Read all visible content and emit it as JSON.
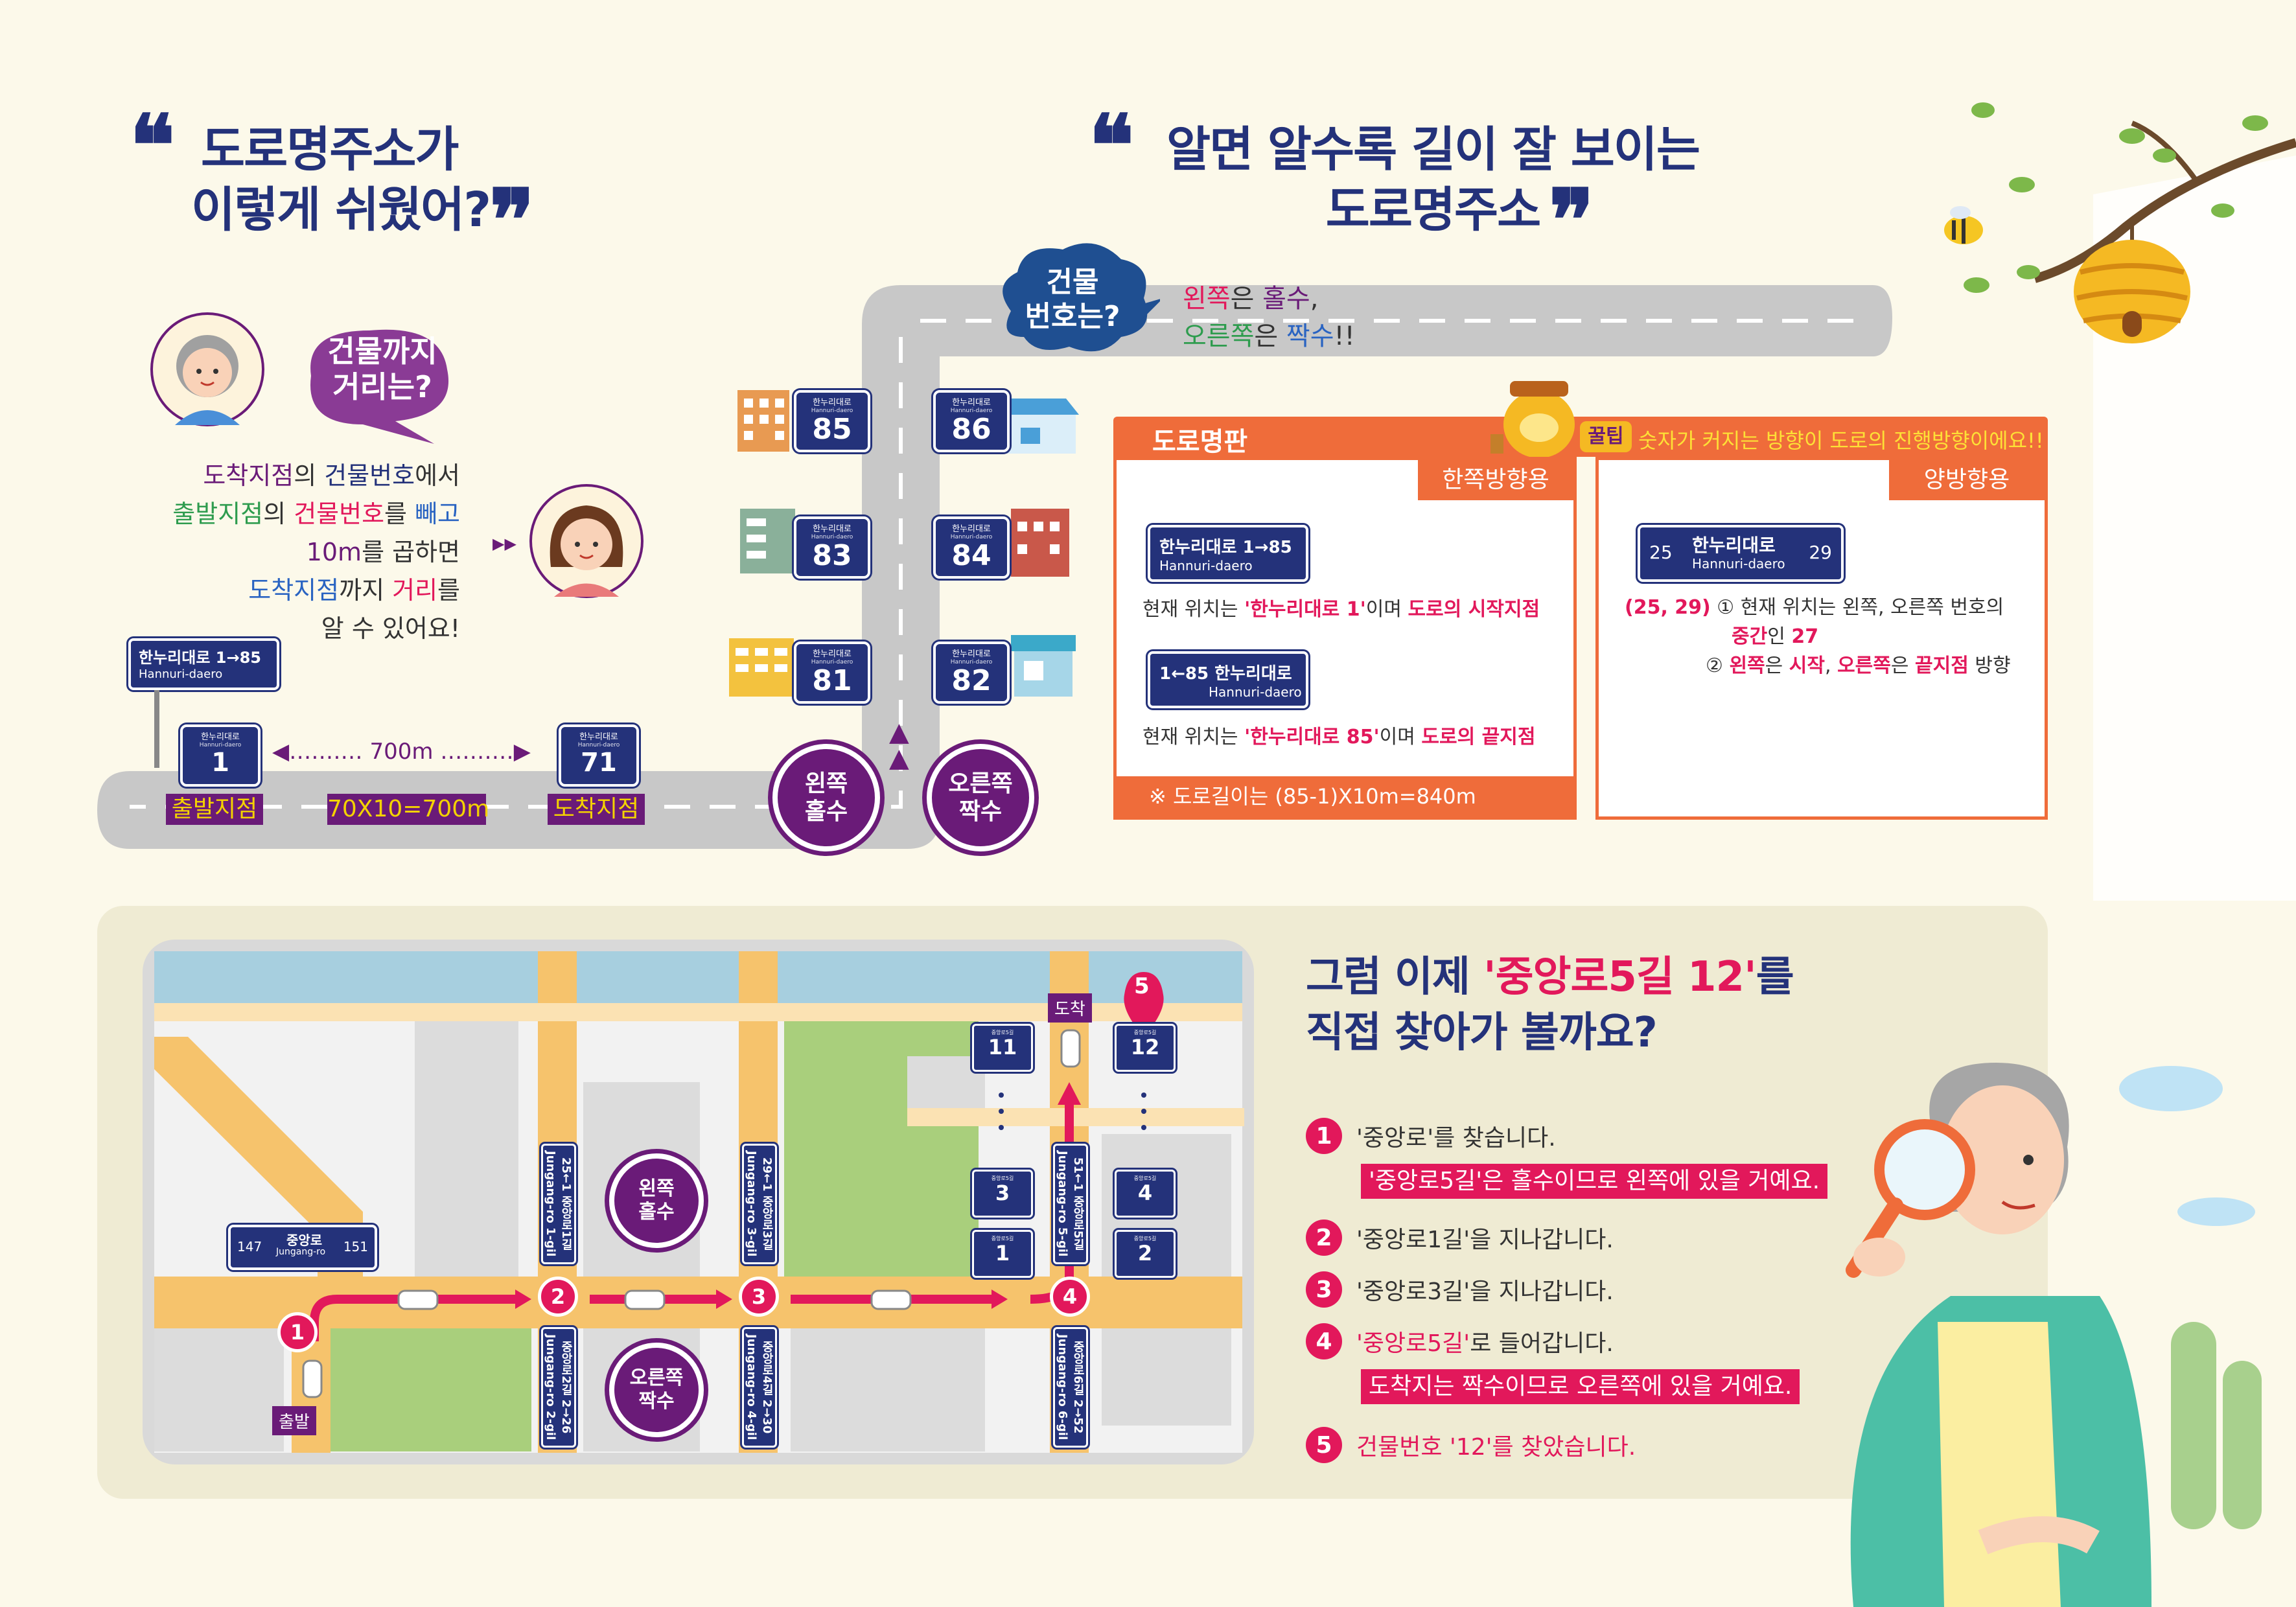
{
  "left_title": {
    "line1": "도로명주소가",
    "line2": "이렇게 쉬웠어?"
  },
  "right_title": {
    "line1": "알면 알수록 길이 잘 보이는",
    "line2": "도로명주소"
  },
  "bubble_distance": {
    "line1": "건물까지",
    "line2": "거리는?"
  },
  "distance_explain": {
    "l1a": "도착지점",
    "l1b": "의 ",
    "l1c": "건물번호",
    "l1d": "에서",
    "l2a": "출발지점",
    "l2b": "의 ",
    "l2c": "건물번호",
    "l2d": "를 ",
    "l2e": "빼고",
    "l3a": "10m",
    "l3b": "를 곱하면",
    "l4a": "도착지점",
    "l4b": "까지 ",
    "l4c": "거리",
    "l4d": "를",
    "l5": "알 수 있어요!"
  },
  "road_demo": {
    "top_sign": {
      "text": "한누리대로 1→85",
      "roman": "Hannuri-daero"
    },
    "start_sign": {
      "small": "한누리대로",
      "roman": "Hannuri-daero",
      "num": "1"
    },
    "end_sign": {
      "small": "한누리대로",
      "roman": "Hannuri-daero",
      "num": "71"
    },
    "distance": "700m",
    "label_start": "출발지점",
    "label_calc": "70X10=700m",
    "label_end": "도착지점"
  },
  "bubble_number": {
    "line1": "건물",
    "line2": "번호는?"
  },
  "number_rule": {
    "l1a": "왼쪽",
    "l1b": "은 ",
    "l1c": "홀수",
    "l1d": ",",
    "l2a": "오른쪽",
    "l2b": "은 ",
    "l2c": "짝수",
    "l2d": "!!"
  },
  "building_signs": [
    {
      "small": "한누리대로",
      "roman": "Hannuri-daero",
      "num": "85"
    },
    {
      "small": "한누리대로",
      "roman": "Hannuri-daero",
      "num": "86"
    },
    {
      "small": "한누리대로",
      "roman": "Hannuri-daero",
      "num": "83"
    },
    {
      "small": "한누리대로",
      "roman": "Hannuri-daero",
      "num": "84"
    },
    {
      "small": "한누리대로",
      "roman": "Hannuri-daero",
      "num": "81"
    },
    {
      "small": "한누리대로",
      "roman": "Hannuri-daero",
      "num": "82"
    }
  ],
  "side_circles": {
    "left_l1": "왼쪽",
    "left_l2": "홀수",
    "right_l1": "오른쪽",
    "right_l2": "짝수"
  },
  "road_sign_panel": {
    "header": "도로명판",
    "tip_label": "꿀팁",
    "tip_text": "숫자가 커지는 방향이 도로의 진행방향이에요!!",
    "one_way": {
      "tab": "한쪽방향용",
      "sign1_text": "한누리대로 1→85",
      "sign1_roman": "Hannuri-daero",
      "desc1a": "현재 위치는 ",
      "desc1b": "'한누리대로 1'",
      "desc1c": "이며 ",
      "desc1d": "도로의 시작지점",
      "sign2_text": "1←85 한누리대로",
      "sign2_roman": "Hannuri-daero",
      "desc2a": "현재 위치는 ",
      "desc2b": "'한누리대로 85'",
      "desc2c": "이며 ",
      "desc2d": "도로의 끝지점",
      "footer": "※ 도로길이는 (85-1)X10m=840m"
    },
    "two_way": {
      "tab": "양방향용",
      "sign_name": "한누리대로",
      "sign_roman": "Hannuri-daero",
      "left_num": "25",
      "right_num": "29",
      "d1a": "(25, 29)",
      "d1b": " ① 현재 위치는  왼쪽, 오른쪽 번호의",
      "d2a": "중간",
      "d2b": "인 ",
      "d2c": "27",
      "d3a": "② ",
      "d3b": "왼쪽",
      "d3c": "은 ",
      "d3d": "시작",
      "d3e": ", ",
      "d3f": "오른쪽",
      "d3g": "은 ",
      "d3h": "끝지점",
      "d3i": " 방향"
    }
  },
  "map": {
    "arrive_label": "도착",
    "start_label": "출발",
    "main_sign": {
      "left": "147",
      "name": "중앙로",
      "roman": "Jungang-ro",
      "right": "151"
    },
    "circle_left": {
      "l1": "왼쪽",
      "l2": "홀수"
    },
    "circle_right": {
      "l1": "오른쪽",
      "l2": "짝수"
    },
    "vsigns": {
      "v1": "25←1 중앙로1길 Jungang-ro 1-gil",
      "v2": "중앙로2길 2→26 Jungang-ro 2-gil",
      "v3": "29←1 중앙로3길 Jungang-ro 3-gil",
      "v4": "중앙로4길 2→30 Jungang-ro 4-gil",
      "v5": "51←1 중앙로5길 Jungang-ro 5-gil",
      "v6": "중앙로6길 2→52 Jungang-ro 6-gil"
    },
    "house_signs": [
      {
        "small": "중앙로5길",
        "num": "11"
      },
      {
        "small": "중앙로5길",
        "num": "12"
      },
      {
        "small": "중앙로5길",
        "num": "3"
      },
      {
        "small": "중앙로5길",
        "num": "4"
      },
      {
        "small": "중앙로5길",
        "num": "1"
      },
      {
        "small": "중앙로5길",
        "num": "2"
      }
    ],
    "nums": [
      "1",
      "2",
      "3",
      "4",
      "5"
    ]
  },
  "guide": {
    "title_l1a": "그럼 이제 ",
    "title_l1b": "'중앙로5길 12'",
    "title_l1c": "를",
    "title_l2": "직접 찾아가 볼까요?",
    "steps": [
      {
        "num": "1",
        "text": "'중앙로'를 찾습니다.",
        "note": "'중앙로5길'은 홀수이므로 왼쪽에 있을 거예요."
      },
      {
        "num": "2",
        "text": "'중앙로1길'을 지나갑니다."
      },
      {
        "num": "3",
        "text": "'중앙로3길'을 지나갑니다."
      },
      {
        "num": "4",
        "text_a": "'중앙로5길'",
        "text_b": "로 들어갑니다.",
        "note": "도착지는 짝수이므로 오른쪽에 있을 거예요."
      },
      {
        "num": "5",
        "text": "건물번호 '12'를 찾았습니다."
      }
    ]
  },
  "colors": {
    "navy": "#24327a",
    "purple": "#6a1b78",
    "pink": "#e2185b",
    "orange": "#ef6c3a",
    "road": "#c8c8c8",
    "bg": "#fcf9ea"
  }
}
